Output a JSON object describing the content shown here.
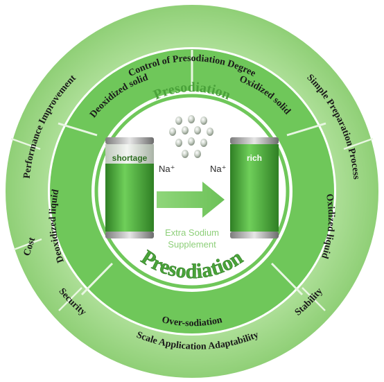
{
  "outer_ring": {
    "labels": {
      "top": "Control of Presodiation Degree",
      "upper_left": "Performance Improvement",
      "upper_right": "Simple Preparation Process",
      "left": "Cost",
      "lower_left": "Security",
      "lower_right": "Stability",
      "bottom": "Scale Application Adaptability"
    }
  },
  "inner_ring": {
    "labels": {
      "top_left": "Deoxidized solid",
      "top_right": "Oxidized solid",
      "left": "Deoxidized liquid",
      "right": "Oxidized liquid",
      "bottom": "Over-sodiation"
    }
  },
  "center": {
    "title_top": "Presodiation",
    "title_bottom": "Presodiation",
    "subtitle_line1": "Extra Sodium",
    "subtitle_line2": "Supplement",
    "left_battery_label": "shortage",
    "right_battery_label": "rich",
    "ion_left": "Na⁺",
    "ion_right": "Na⁺"
  },
  "colors": {
    "outer_ring": "#a5d98e",
    "inner_ring": "#6ec65a",
    "center_bg": "#ffffff",
    "text_dark": "#1a1a1a",
    "title_green": "#4aa23a",
    "battery_green": "#3e9b30"
  }
}
